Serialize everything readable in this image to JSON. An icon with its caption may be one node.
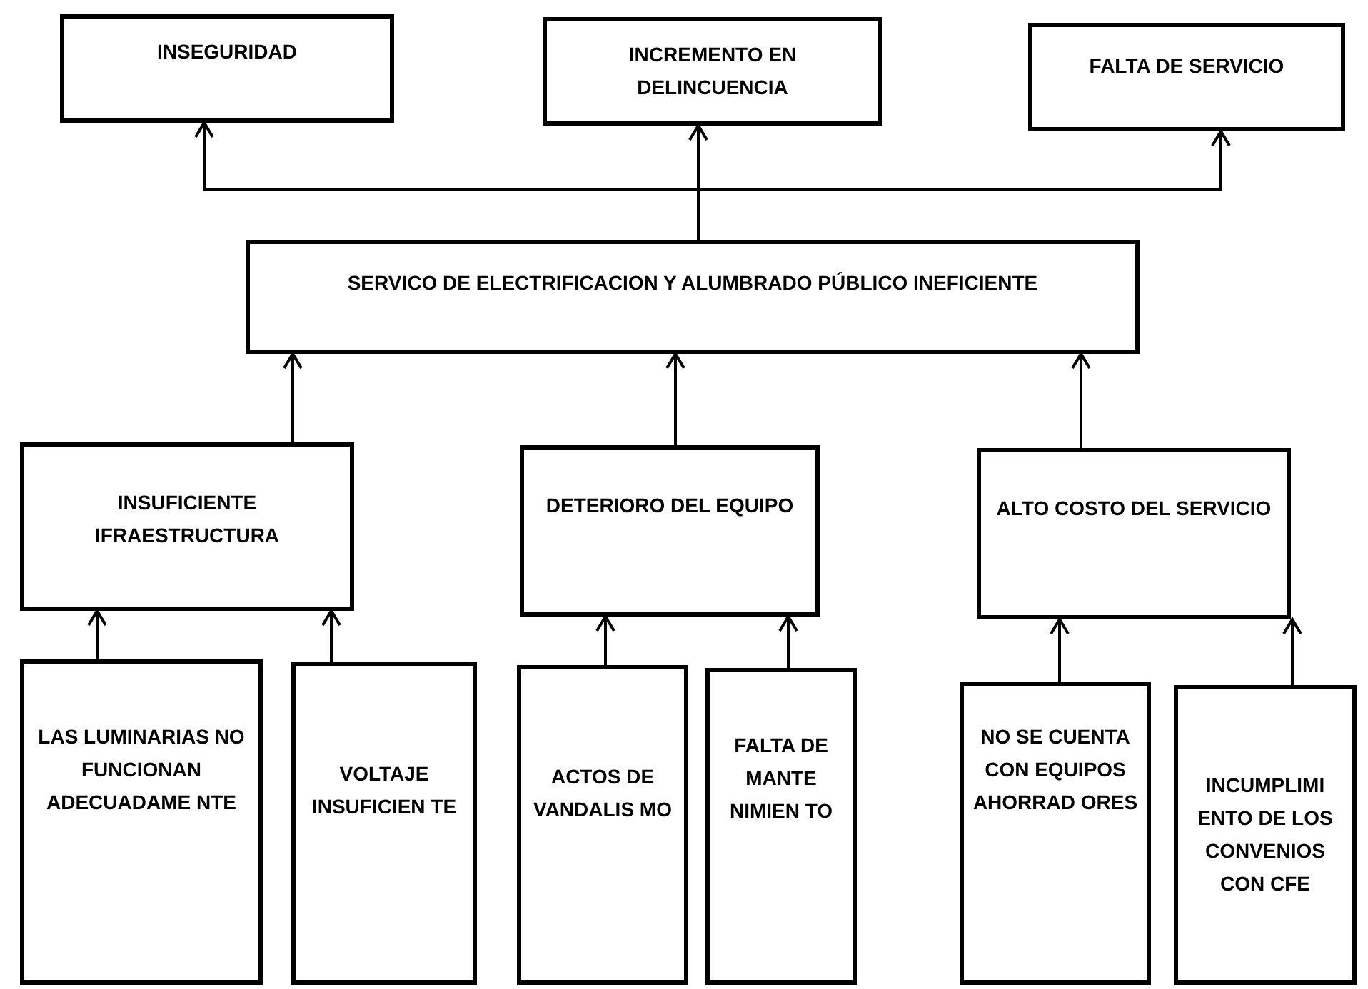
{
  "diagram": {
    "nodes": [
      {
        "text": [
          "INSEGURIDAD"
        ]
      },
      {
        "text": [
          "INCREMENTO EN DELINCUENCIA"
        ]
      },
      {
        "text": [
          "FALTA DE SERVICIO"
        ]
      },
      {
        "text": [
          "SERVICO DE ELECTRIFICACION Y ALUMBRADO PÚBLICO INEFICIENTE"
        ]
      },
      {
        "text": [
          "INSUFICIENTE IFRAESTRUCTURA"
        ]
      },
      {
        "text": [
          "DETERIORO DEL EQUIPO"
        ]
      },
      {
        "text": [
          "ALTO COSTO DEL SERVICIO"
        ]
      },
      {
        "text": [
          "LAS LUMINARIAS NO FUNCIONAN ADECUADAME NTE"
        ]
      },
      {
        "text": [
          "VOLTAJE INSUFICIEN TE"
        ]
      },
      {
        "text": [
          "ACTOS DE VANDALIS MO"
        ]
      },
      {
        "text": [
          "FALTA DE MANTE NIMIEN TO"
        ]
      },
      {
        "text": [
          "NO SE CUENTA CON EQUIPOS AHORRAD ORES"
        ]
      },
      {
        "text": [
          "INCUMPLIMI ENTO DE LOS CONVENIOS CON CFE"
        ]
      }
    ],
    "edges": [
      {
        "from": 3,
        "to": 0,
        "arrow": "to"
      },
      {
        "from": 3,
        "to": 1,
        "arrow": "to"
      },
      {
        "from": 3,
        "to": 2,
        "arrow": "to"
      },
      {
        "from": 4,
        "to": 3,
        "arrow": "to"
      },
      {
        "from": 5,
        "to": 3,
        "arrow": "to"
      },
      {
        "from": 6,
        "to": 3,
        "arrow": "to"
      },
      {
        "from": 7,
        "to": 4,
        "arrow": "to"
      },
      {
        "from": 8,
        "to": 4,
        "arrow": "to"
      },
      {
        "from": 9,
        "to": 5,
        "arrow": "to"
      },
      {
        "from": 10,
        "to": 5,
        "arrow": "to"
      },
      {
        "from": 11,
        "to": 6,
        "arrow": "to"
      },
      {
        "from": 12,
        "to": 6,
        "arrow": "to"
      }
    ]
  }
}
